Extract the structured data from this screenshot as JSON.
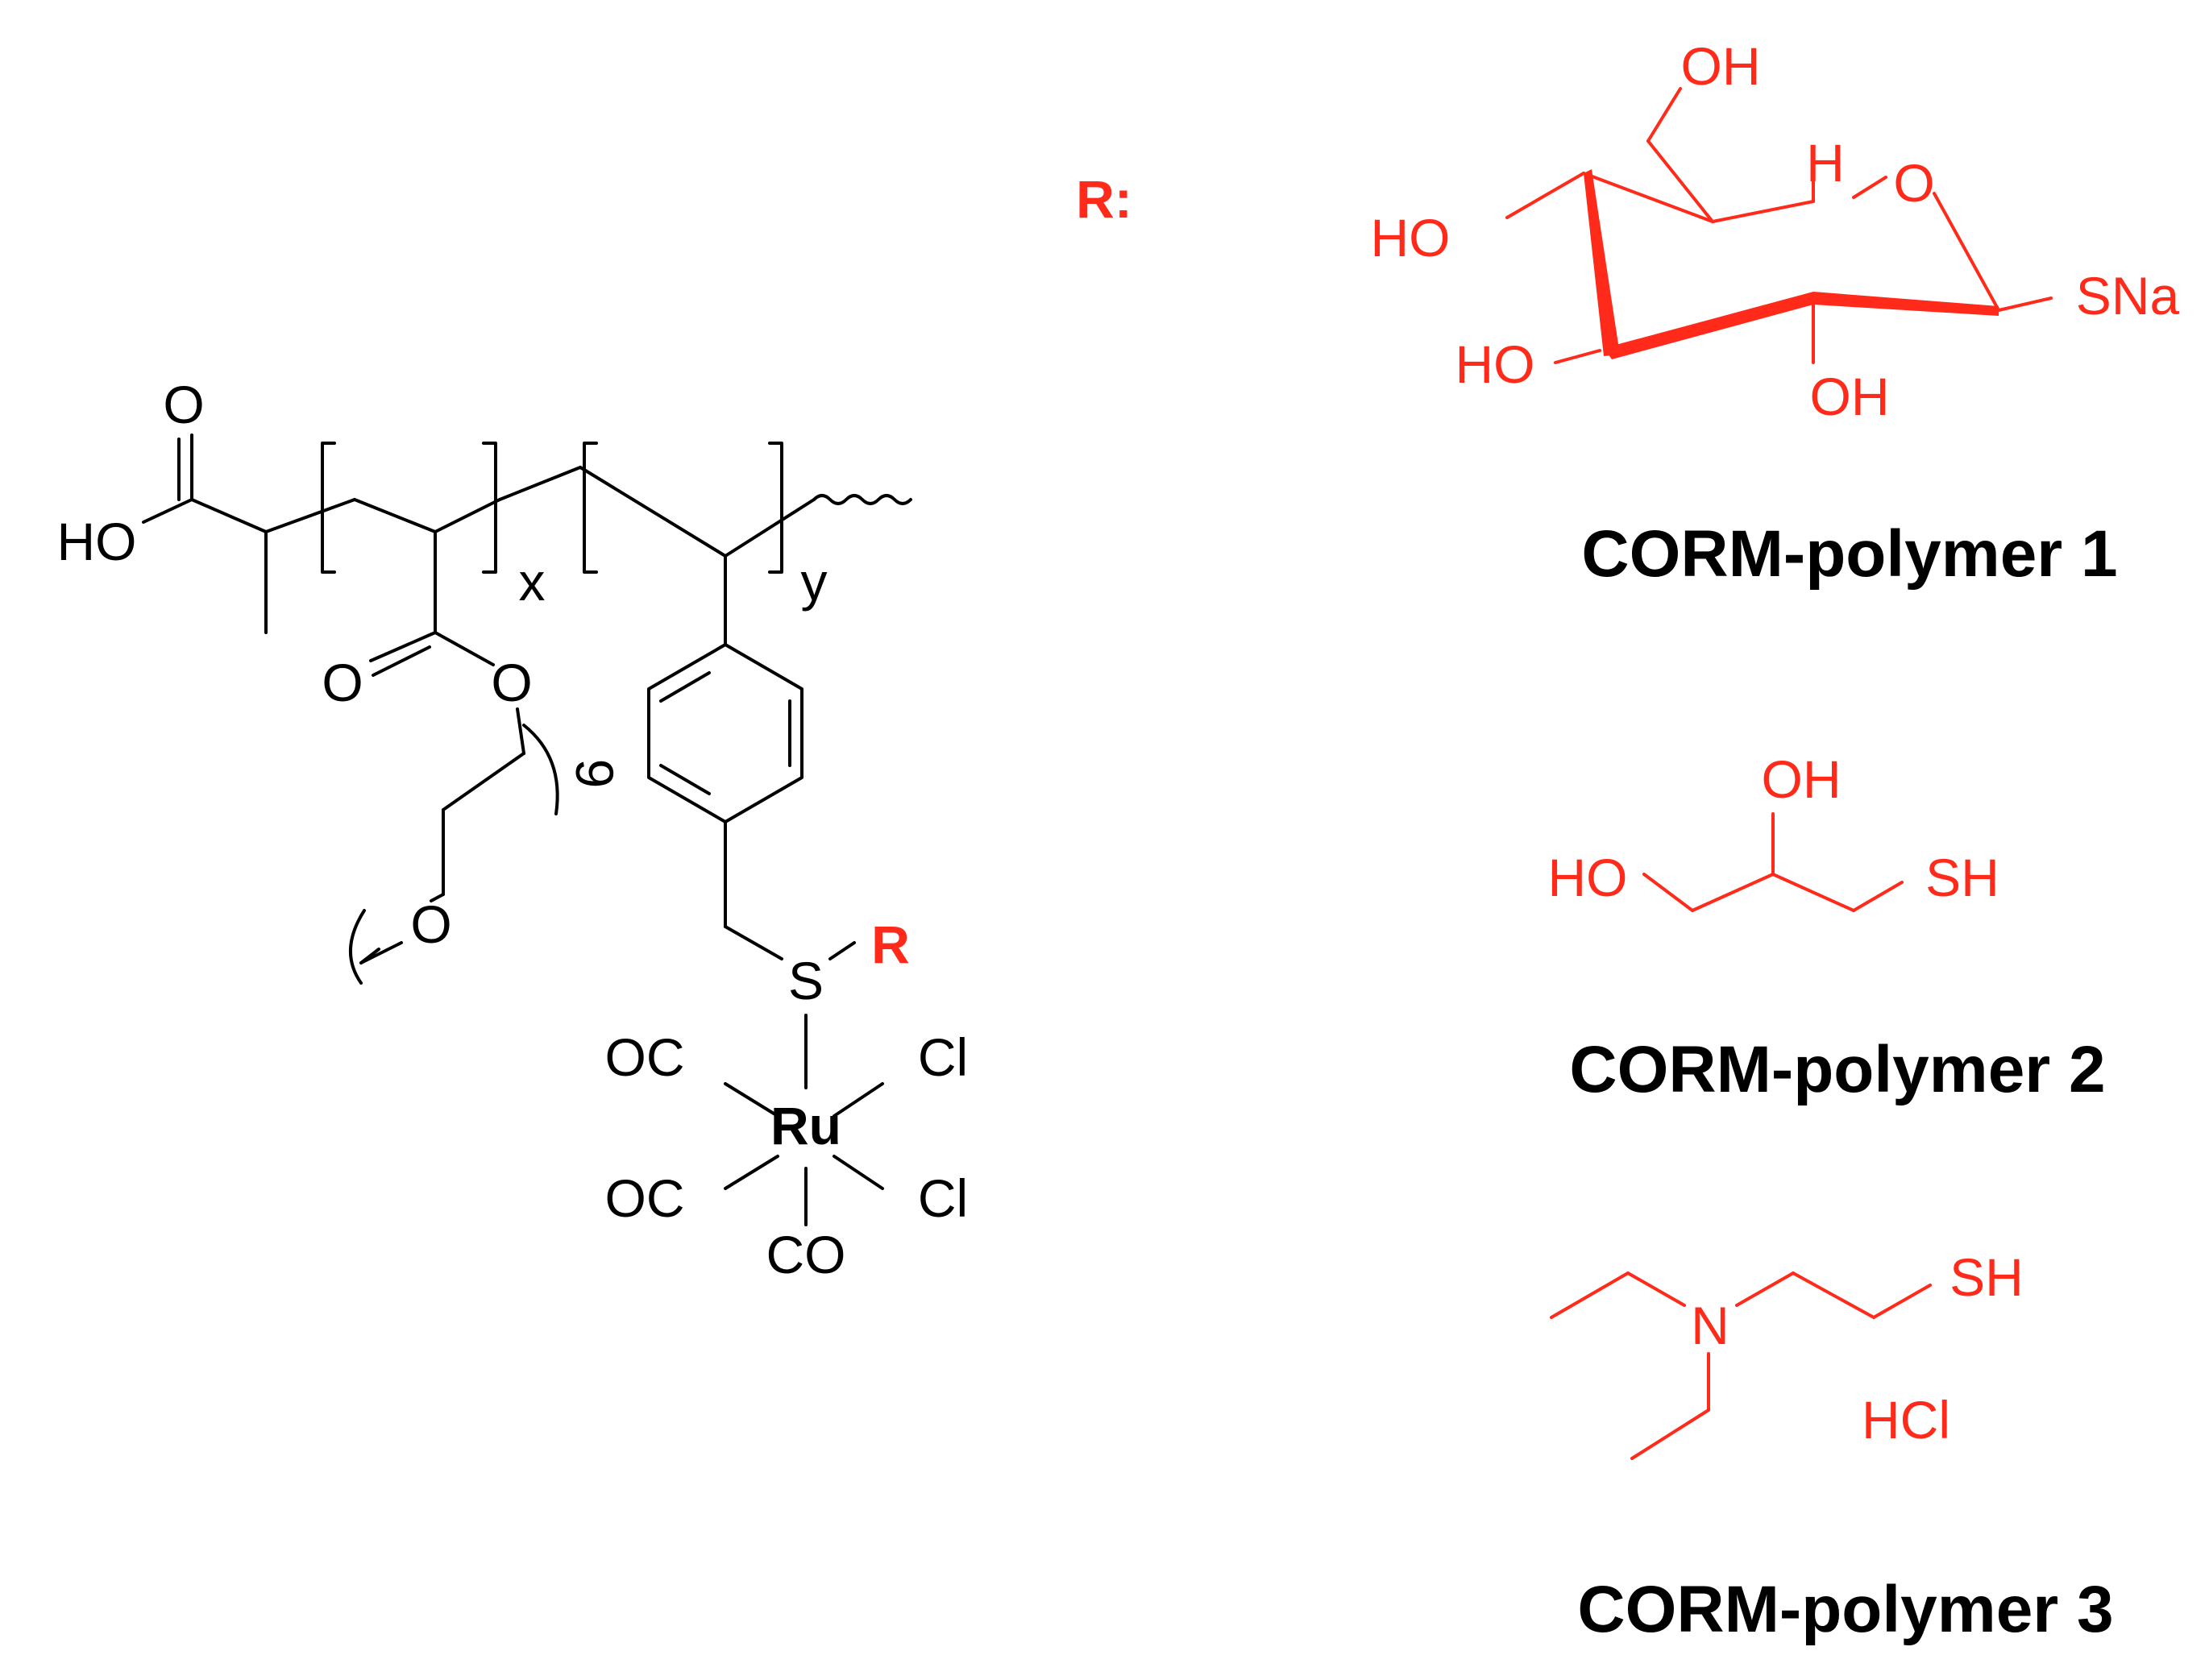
{
  "colors": {
    "r_group": "#ff2a1a",
    "structure": "#000000",
    "background": "#ffffff"
  },
  "polymer": {
    "carbonyl_o_top": "O",
    "acid_ho": "HO",
    "ester_o_double": "O",
    "ester_o": "O",
    "peg_repeat": "9",
    "terminal_o": "O",
    "subscript_x": "x",
    "subscript_y": "y",
    "sulfur": "S",
    "r_label": "R",
    "ruthenium": "Ru",
    "oc_top": "OC",
    "cl_top": "Cl",
    "oc_bottom": "OC",
    "cl_bottom": "Cl",
    "co": "CO"
  },
  "r_heading": "R:",
  "groups": [
    {
      "labels": {
        "oh_top": "OH",
        "ho_left": "HO",
        "h": "H",
        "o_ring": "O",
        "sna": "SNa",
        "ho_lower": "HO",
        "oh_lower": "OH"
      },
      "caption": "CORM-polymer 1"
    },
    {
      "labels": {
        "oh": "OH",
        "ho": "HO",
        "sh": "SH"
      },
      "caption": "CORM-polymer 2"
    },
    {
      "labels": {
        "n": "N",
        "sh": "SH",
        "hcl": "HCl"
      },
      "caption": "CORM-polymer 3"
    }
  ]
}
